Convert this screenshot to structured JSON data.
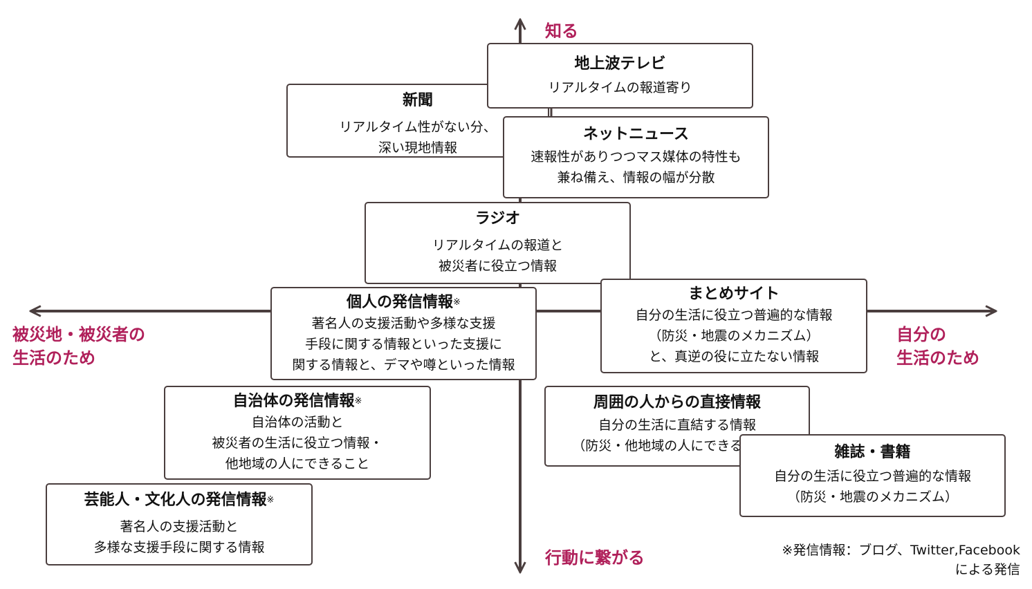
{
  "axes": {
    "top": "知る",
    "bottom": "行動に繋がる",
    "left": "被災地・被災者の\n生活のため",
    "right": "自分の\n生活のため",
    "color": "#b0205a",
    "line_color": "#4a3e3e"
  },
  "boxes": {
    "terrestrial_tv": {
      "title": "地上波テレビ",
      "desc": "リアルタイムの報道寄り"
    },
    "newspaper": {
      "title": "新聞",
      "desc": "リアルタイム性がない分、\n深い現地情報"
    },
    "net_news": {
      "title": "ネットニュース",
      "desc": "速報性がありつつマス媒体の特性も\n兼ね備え、情報の幅が分散"
    },
    "radio": {
      "title": "ラジオ",
      "desc": "リアルタイムの報道と\n被災者に役立つ情報"
    },
    "personal": {
      "title": "個人の発信情報",
      "mark": "※",
      "desc": "著名人の支援活動や多様な支援\n手段に関する情報といった支援に\n関する情報と、デマや噂といった情報"
    },
    "summary_site": {
      "title": "まとめサイト",
      "desc": "自分の生活に役立つ普遍的な情報\n（防災・地震のメカニズム）\nと、真逆の役に立たない情報"
    },
    "municipality": {
      "title": "自治体の発信情報",
      "mark": "※",
      "desc": "自治体の活動と\n被災者の生活に役立つ情報・\n他地域の人にできること"
    },
    "direct": {
      "title": "周囲の人からの直接情報",
      "desc": "自分の生活に直結する情報\n（防災・他地域の人にできること）"
    },
    "magazine": {
      "title": "雑誌・書籍",
      "desc": "自分の生活に役立つ普遍的な情報\n（防災・地震のメカニズム）"
    },
    "celebrity": {
      "title": "芸能人・文化人の発信情報",
      "mark": "※",
      "desc": "著名人の支援活動と\n多様な支援手段に関する情報"
    }
  },
  "footnote": "※発信情報：ブログ、Twitter,Facebook\nによる発信"
}
